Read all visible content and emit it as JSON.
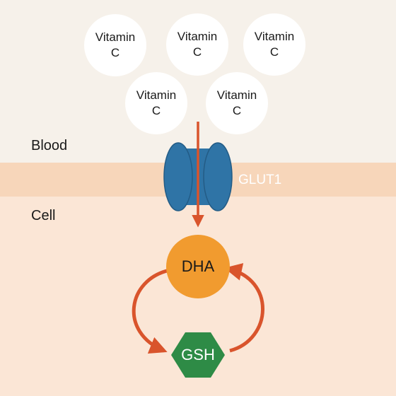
{
  "regions": {
    "blood_label": "Blood",
    "cell_label": "Cell"
  },
  "transporter": {
    "label": "GLUT1"
  },
  "vitamin_c": [
    {
      "line1": "Vitamin",
      "line2": "C"
    },
    {
      "line1": "Vitamin",
      "line2": "C"
    },
    {
      "line1": "Vitamin",
      "line2": "C"
    },
    {
      "line1": "Vitamin",
      "line2": "C"
    },
    {
      "line1": "Vitamin",
      "line2": "C"
    }
  ],
  "nodes": {
    "dha": "DHA",
    "gsh": "GSH"
  },
  "colors": {
    "blood_bg": "#f6f1ea",
    "cell_bg": "#fbe6d6",
    "membrane": "#f7d6ba",
    "transporter": "#2f74a6",
    "arrow": "#d9542c",
    "dha": "#f19b2f",
    "gsh": "#2e8b46"
  }
}
